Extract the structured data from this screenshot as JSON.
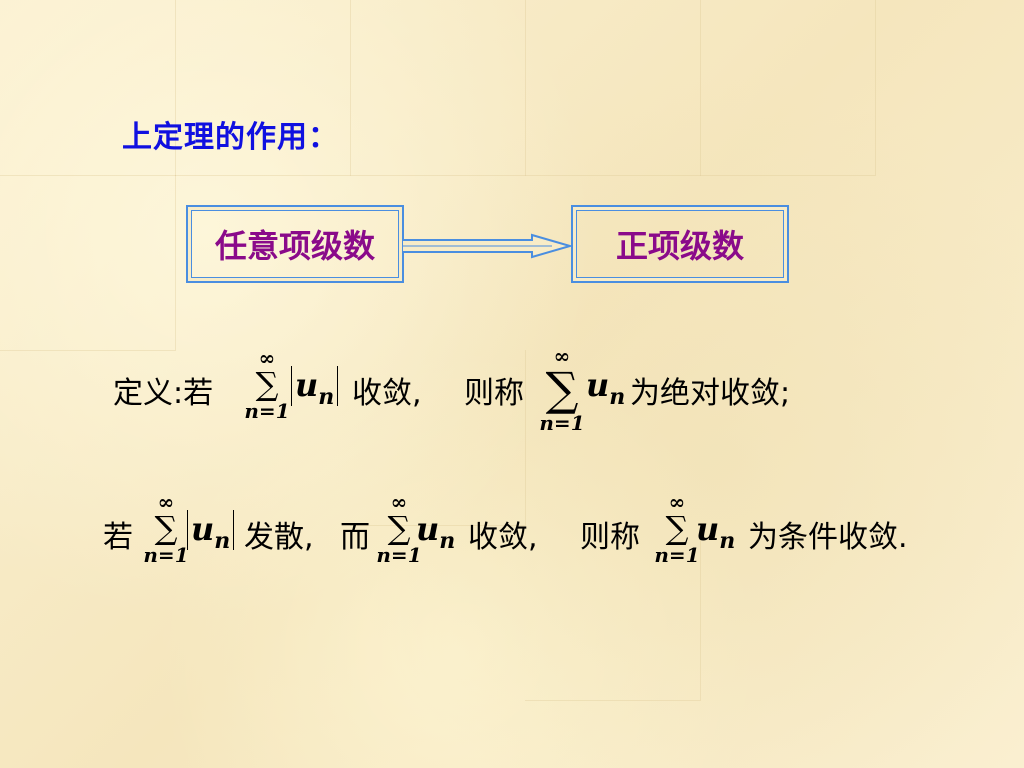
{
  "heading": "上定理的作用：",
  "box_left": "任意项级数",
  "box_right": "正项级数",
  "line1": {
    "prefix": "定义:若",
    "text1": "收敛,",
    "text2": "则称",
    "text3": "为绝对收敛;"
  },
  "line2": {
    "prefix": "若",
    "text1": "发散,",
    "text2": "而",
    "text3": "收敛,",
    "text4": "则称",
    "text5": "为条件收敛."
  },
  "sum": {
    "upper": "∞",
    "lower": "n=1",
    "symbol": "∑",
    "term": "u",
    "index": "n"
  },
  "colors": {
    "heading": "#1010e0",
    "box_text": "#8a0a8a",
    "box_border": "#4a8ee0",
    "background": "#f8ecc7"
  }
}
